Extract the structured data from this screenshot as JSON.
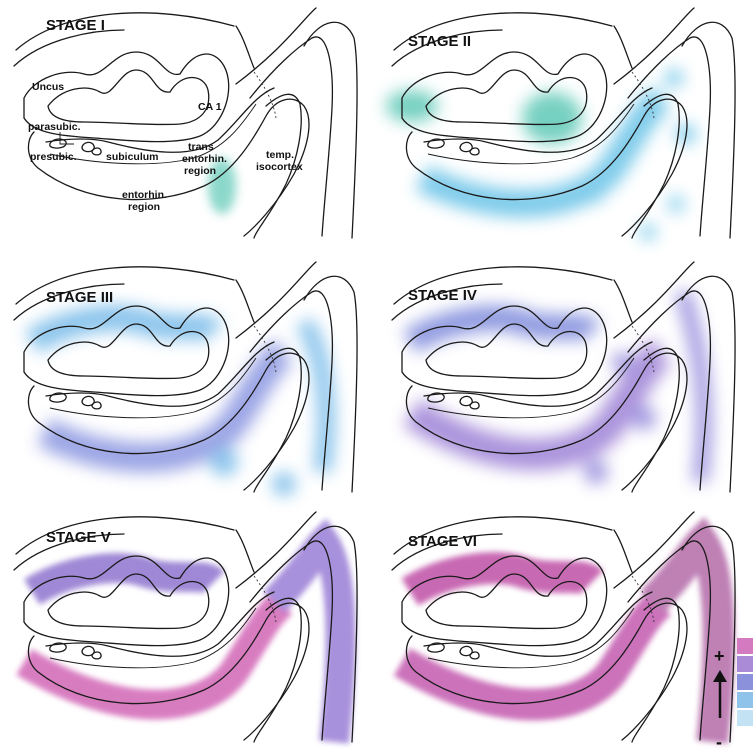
{
  "stages": [
    {
      "id": "stage-1",
      "title": "STAGE I",
      "fill": "none",
      "tint": "#2fb8a0",
      "spots": []
    },
    {
      "id": "stage-2",
      "title": "STAGE II",
      "fill": "none",
      "tint": "#3bb0e0",
      "spots": []
    },
    {
      "id": "stage-3",
      "title": "STAGE III",
      "fill": "none",
      "tint": "#3f9fe0",
      "spots": []
    },
    {
      "id": "stage-4",
      "title": "STAGE IV",
      "fill": "none",
      "tint": "#6a5fcf",
      "spots": []
    },
    {
      "id": "stage-5",
      "title": "STAGE V",
      "fill": "#9b7fd6",
      "tint": "#d85fb5",
      "spots": []
    },
    {
      "id": "stage-6",
      "title": "STAGE VI",
      "fill": "#b45aa8",
      "tint": "#d35fb4",
      "spots": []
    }
  ],
  "region_labels": {
    "uncus": "Uncus",
    "ca1": "CA 1",
    "parasubic": "parasubic.",
    "presubic": "presubic.",
    "subiculum": "subiculum",
    "trans_line1": "trans",
    "trans_line2": "entorhin.",
    "trans_line3": "region",
    "temp_line1": "temp.",
    "temp_line2": "isocortex",
    "entorhin_line1": "entorhin.",
    "entorhin_line2": "region"
  },
  "legend": {
    "plus": "+",
    "minus": "-",
    "colors": [
      "#d47ac0",
      "#a98bd8",
      "#8c91dc",
      "#8fc3ea",
      "#c3e2f4"
    ]
  }
}
